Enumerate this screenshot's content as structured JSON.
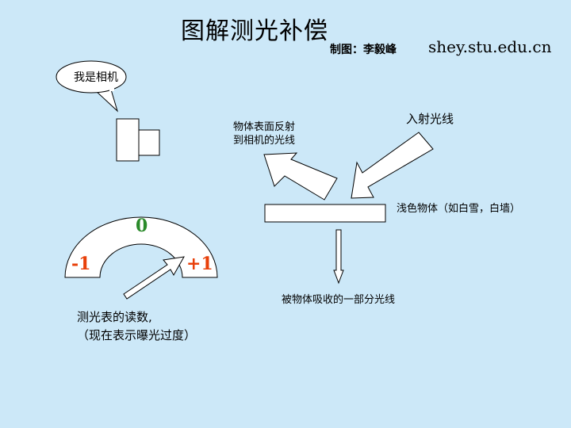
{
  "title": "图解测光补偿",
  "credit": "制图：李毅峰",
  "website": "shey.stu.edu.cn",
  "camera": {
    "speech_text": "我是相机"
  },
  "labels": {
    "incident_light": "入射光线",
    "reflected_light_line1": "物体表面反射",
    "reflected_light_line2": "到相机的光线",
    "object": "浅色物体（如白雪，白墙）",
    "absorbed_light": "被物体吸收的一部分光线"
  },
  "meter": {
    "scale_min": "-1",
    "scale_mid": "0",
    "scale_max": "+1",
    "reading": 1,
    "caption_line1": "测光表的读数,",
    "caption_line2": "（现在表示曝光过度）",
    "colors": {
      "minus_plus": "#e8400a",
      "zero": "#2a8a2a"
    }
  },
  "colors": {
    "background": "#cce8f8",
    "fill": "#ffffff",
    "stroke": "#000000"
  }
}
